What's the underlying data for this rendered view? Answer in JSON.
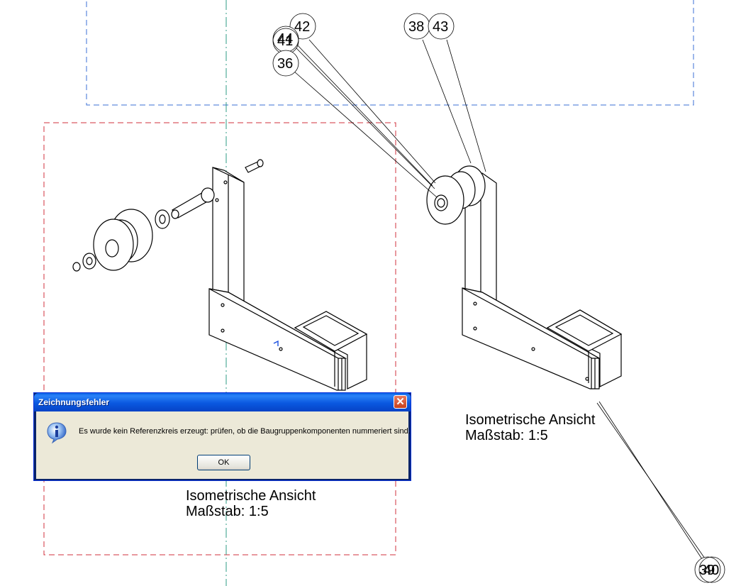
{
  "drawing": {
    "views": [
      {
        "title": "Isometrische Ansicht",
        "scale": "Maßstab:  1:5"
      },
      {
        "title": "Isometrische Ansicht",
        "scale": "Maßstab:  1:5"
      }
    ],
    "balloons": {
      "b42": "42",
      "b44": "44",
      "b41": "41",
      "b36": "36",
      "b38": "38",
      "b43": "43",
      "b39": "39",
      "b40": "40"
    }
  },
  "dialog": {
    "title": "Zeichnungsfehler",
    "message": "Es wurde kein Referenzkreis erzeugt: prüfen, ob die Baugruppenkomponenten nummeriert sind.",
    "ok_label": "OK",
    "close_glyph": "✕",
    "icon": "info-icon",
    "colors": {
      "titlebar": "#0a58e0",
      "close": "#c8411c",
      "client": "#ece9d8"
    }
  }
}
